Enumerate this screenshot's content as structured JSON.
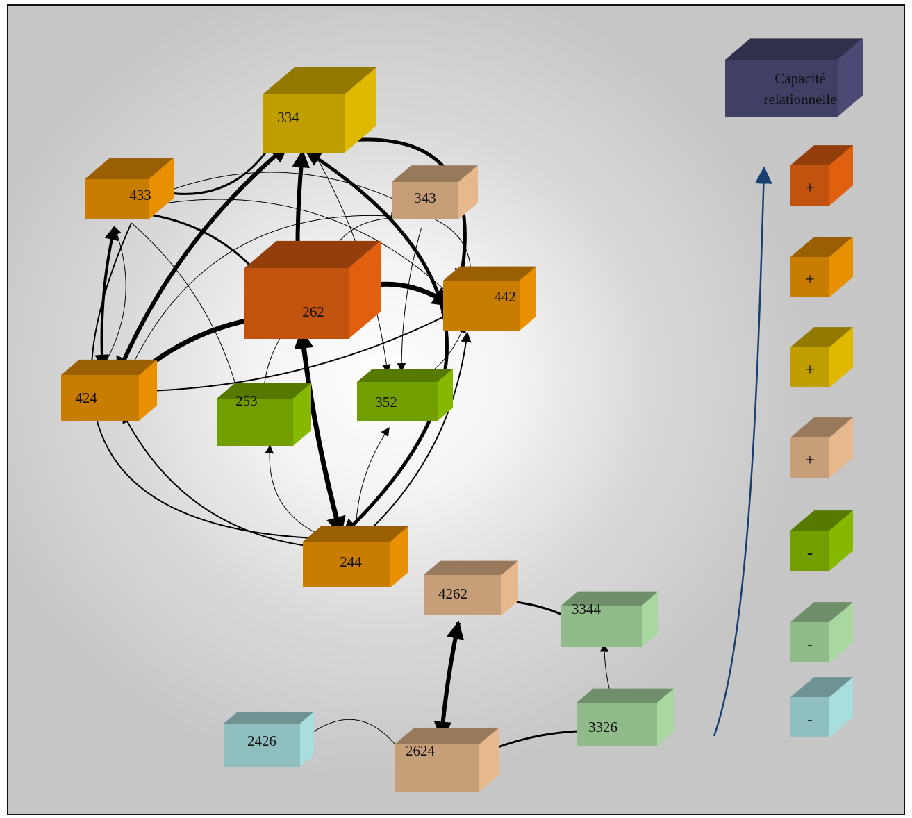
{
  "legend": {
    "title_line1": "Capacité",
    "title_line2": "relationnelle",
    "title_color": "#4a4a75",
    "arrow_color": "#173f6f",
    "levels": [
      {
        "sign": "+",
        "color": "#e06010"
      },
      {
        "sign": "+",
        "color": "#e89000"
      },
      {
        "sign": "+",
        "color": "#dfb800"
      },
      {
        "sign": "+",
        "color": "#e6b88c"
      },
      {
        "sign": "-",
        "color": "#86b800"
      },
      {
        "sign": "-",
        "color": "#a8d8a0"
      },
      {
        "sign": "-",
        "color": "#a8dede"
      }
    ]
  },
  "nodes": [
    {
      "id": "334",
      "color": "#dfb800"
    },
    {
      "id": "433",
      "color": "#e89000"
    },
    {
      "id": "343",
      "color": "#e6b88c"
    },
    {
      "id": "262",
      "color": "#e06010"
    },
    {
      "id": "442",
      "color": "#e89000"
    },
    {
      "id": "424",
      "color": "#e89000"
    },
    {
      "id": "253",
      "color": "#86b800"
    },
    {
      "id": "352",
      "color": "#86b800"
    },
    {
      "id": "244",
      "color": "#e89000"
    },
    {
      "id": "4262",
      "color": "#e6b88c"
    },
    {
      "id": "3344",
      "color": "#a8d8a0"
    },
    {
      "id": "3326",
      "color": "#a8d8a0"
    },
    {
      "id": "2426",
      "color": "#a8dede"
    },
    {
      "id": "2624",
      "color": "#e6b88c"
    }
  ],
  "links": [
    {
      "from": "334",
      "to": "433",
      "weight": 3,
      "bidirectional": true
    },
    {
      "from": "334",
      "to": "262",
      "weight": 6,
      "bidirectional": true
    },
    {
      "from": "334",
      "to": "424",
      "weight": 6,
      "bidirectional": true
    },
    {
      "from": "334",
      "to": "442",
      "weight": 5,
      "bidirectional": true
    },
    {
      "from": "334",
      "to": "244",
      "weight": 5,
      "bidirectional": true
    },
    {
      "from": "334",
      "to": "352",
      "weight": 1,
      "bidirectional": false
    },
    {
      "from": "433",
      "to": "424",
      "weight": 4,
      "bidirectional": true
    },
    {
      "from": "433",
      "to": "424",
      "weight": 1,
      "bidirectional": true
    },
    {
      "from": "433",
      "to": "262",
      "weight": 3,
      "bidirectional": false
    },
    {
      "from": "433",
      "to": "253",
      "weight": 1,
      "bidirectional": false
    },
    {
      "from": "433",
      "to": "442",
      "weight": 1,
      "bidirectional": false
    },
    {
      "from": "343",
      "to": "433",
      "weight": 1,
      "bidirectional": false
    },
    {
      "from": "343",
      "to": "262",
      "weight": 1,
      "bidirectional": false
    },
    {
      "from": "343",
      "to": "442",
      "weight": 1,
      "bidirectional": false
    },
    {
      "from": "343",
      "to": "352",
      "weight": 1,
      "bidirectional": false
    },
    {
      "from": "424",
      "to": "343",
      "weight": 1,
      "bidirectional": false
    },
    {
      "from": "424",
      "to": "262",
      "weight": 7,
      "bidirectional": true
    },
    {
      "from": "262",
      "to": "442",
      "weight": 7,
      "bidirectional": true
    },
    {
      "from": "262",
      "to": "253",
      "weight": 1,
      "bidirectional": true
    },
    {
      "from": "262",
      "to": "244",
      "weight": 7,
      "bidirectional": true
    },
    {
      "from": "424",
      "to": "442",
      "weight": 2,
      "bidirectional": false
    },
    {
      "from": "352",
      "to": "442",
      "weight": 1,
      "bidirectional": true
    },
    {
      "from": "244",
      "to": "442",
      "weight": 2,
      "bidirectional": true
    },
    {
      "from": "253",
      "to": "244",
      "weight": 1,
      "bidirectional": true
    },
    {
      "from": "352",
      "to": "244",
      "weight": 1,
      "bidirectional": true
    },
    {
      "from": "424",
      "to": "244",
      "weight": 2,
      "bidirectional": true
    },
    {
      "from": "433",
      "to": "244",
      "weight": 2,
      "bidirectional": false
    },
    {
      "from": "4262",
      "to": "3344",
      "weight": 3,
      "bidirectional": true
    },
    {
      "from": "4262",
      "to": "2624",
      "weight": 6,
      "bidirectional": true
    },
    {
      "from": "3344",
      "to": "3326",
      "weight": 1,
      "bidirectional": true
    },
    {
      "from": "3326",
      "to": "2624",
      "weight": 3,
      "bidirectional": true
    },
    {
      "from": "2624",
      "to": "2426",
      "weight": 1,
      "bidirectional": false
    }
  ]
}
